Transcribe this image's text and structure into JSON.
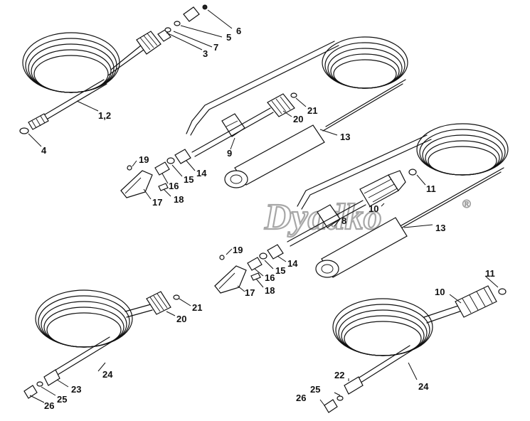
{
  "diagram": {
    "watermark": "Dyadko",
    "watermark_mark": "®",
    "labels": {
      "l_1_2": "1,2",
      "l_3": "3",
      "l_4": "4",
      "l_5": "5",
      "l_6": "6",
      "l_7": "7",
      "l_8": "8",
      "l_9": "9",
      "l_10a": "10",
      "l_10b": "10",
      "l_11a": "11",
      "l_11b": "11",
      "l_13a": "13",
      "l_13b": "13",
      "l_14a": "14",
      "l_14b": "14",
      "l_15a": "15",
      "l_15b": "15",
      "l_16a": "16",
      "l_16b": "16",
      "l_17a": "17",
      "l_17b": "17",
      "l_18a": "18",
      "l_18b": "18",
      "l_19a": "19",
      "l_19b": "19",
      "l_20a": "20",
      "l_20b": "20",
      "l_21a": "21",
      "l_21b": "21",
      "l_22": "22",
      "l_23": "23",
      "l_24a": "24",
      "l_24b": "24",
      "l_25a": "25",
      "l_25b": "25",
      "l_26a": "26",
      "l_26b": "26"
    }
  }
}
